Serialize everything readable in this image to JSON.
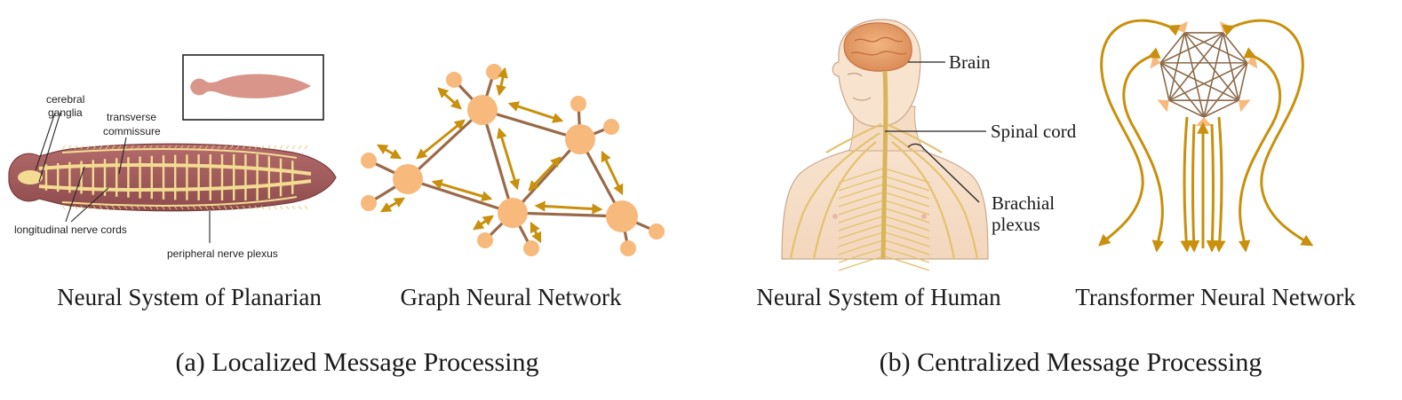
{
  "planarian": {
    "labels": {
      "cerebral_ganglia_l1": "cerebral",
      "cerebral_ganglia_l2": "ganglia",
      "transverse_l1": "transverse",
      "transverse_l2": "commissure",
      "longitudinal": "longitudinal nerve cords",
      "peripheral": "peripheral nerve plexus"
    },
    "caption": "Neural System of Planarian"
  },
  "gnn": {
    "caption": "Graph Neural Network"
  },
  "human": {
    "labels": {
      "brain": "Brain",
      "spinal": "Spinal cord",
      "brachial_l1": "Brachial",
      "brachial_l2": "plexus"
    },
    "caption": "Neural System of Human"
  },
  "transformer": {
    "caption": "Transformer Neural Network"
  },
  "panels": {
    "a": "(a) Localized Message Processing",
    "b": "(b) Centralized Message Processing"
  },
  "colors": {
    "node": "#f7b97c",
    "edge": "#9a6a48",
    "arrow": "#c8900c",
    "planarian_body": "#9c5858",
    "planarian_nerve": "#f3dc92"
  }
}
